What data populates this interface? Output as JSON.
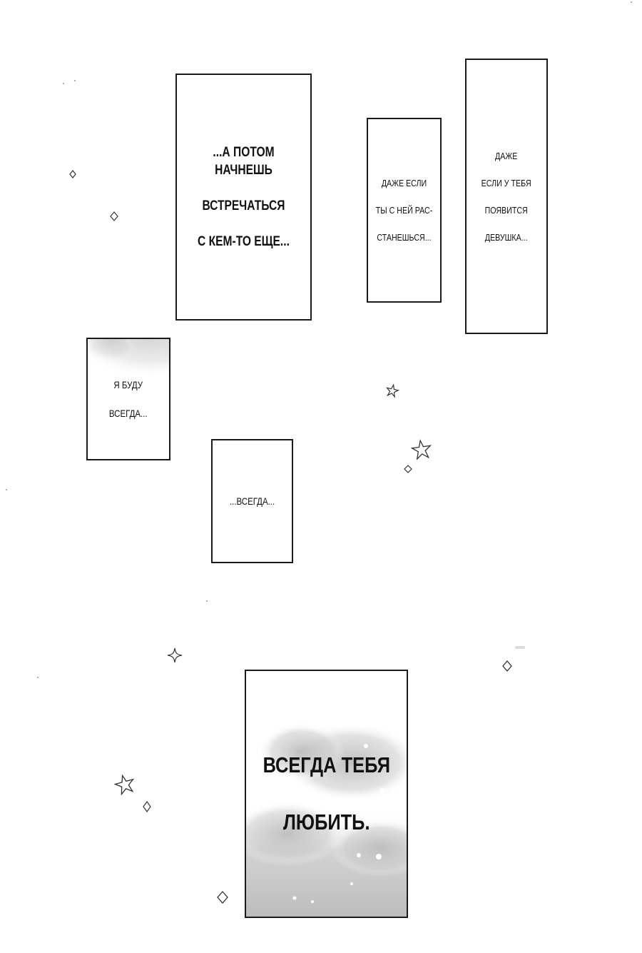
{
  "panels": [
    {
      "lines": [
        "...А ПОТОМ НАЧНЕШЬ",
        "ВСТРЕЧАТЬСЯ",
        "С КЕМ-ТО ЕЩЕ..."
      ]
    },
    {
      "lines": [
        "ДАЖЕ ЕСЛИ",
        "ТЫ С НЕЙ РАС-",
        "СТАНЕШЬСЯ..."
      ]
    },
    {
      "lines": [
        "ДАЖЕ",
        "ЕСЛИ У ТЕБЯ",
        "ПОЯВИТСЯ",
        "ДЕВУШКА..."
      ]
    },
    {
      "lines": [
        "Я БУДУ",
        "ВСЕГДА..."
      ]
    },
    {
      "lines": [
        "...ВСЕГДА..."
      ]
    },
    {
      "lines": [
        "ВСЕГДА ТЕБЯ",
        "ЛЮБИТЬ."
      ]
    }
  ],
  "decorations": {
    "star_outline_icon": "star-outline-icon",
    "diamond_outline_icon": "diamond-outline-icon",
    "screentone_color": "#c9c9c9",
    "ink_color": "#1a1a1a"
  }
}
